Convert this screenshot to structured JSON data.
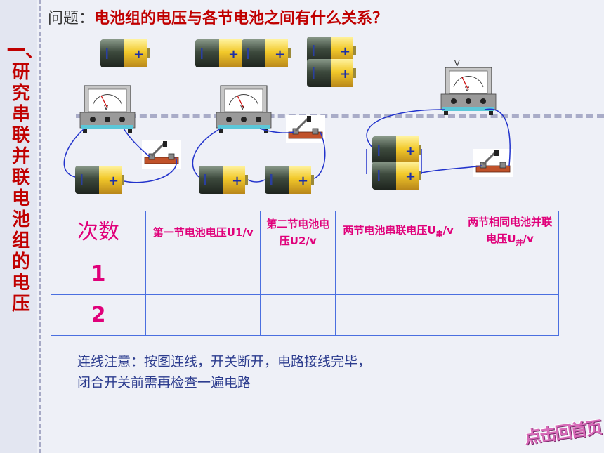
{
  "section_title": "一、研究串联并联电池组的电压",
  "question": {
    "label": "问题：",
    "text": "电池组的电压与各节电池之间有什么关系？"
  },
  "table": {
    "headers": [
      {
        "main": "次数"
      },
      {
        "main": "第一节电池电压",
        "unit": "U1/v"
      },
      {
        "main": "第二节电池电",
        "main2": "压",
        "unit": "U2/v"
      },
      {
        "main": "两节电池串联电压",
        "sym": "U",
        "sub": "串",
        "unit": "/v"
      },
      {
        "main": "两节相同电池并联",
        "main2": "电压",
        "sym": "U",
        "sub": "并",
        "unit": "/v"
      }
    ],
    "rows": [
      {
        "label": "1",
        "values": [
          "",
          "",
          "",
          ""
        ]
      },
      {
        "label": "2",
        "values": [
          "",
          "",
          "",
          ""
        ]
      }
    ]
  },
  "note": {
    "line1": "连线注意：按图连线，开关断开，电路接线完毕，",
    "line2": "闭合开关前需再检查一遍电路"
  },
  "home_button": "点击回首页",
  "voltmeter": {
    "unit": "V"
  },
  "colors": {
    "accent": "#c00000",
    "table_text": "#e0007a",
    "border": "#4a6fe0",
    "wire": "#2233cc"
  }
}
